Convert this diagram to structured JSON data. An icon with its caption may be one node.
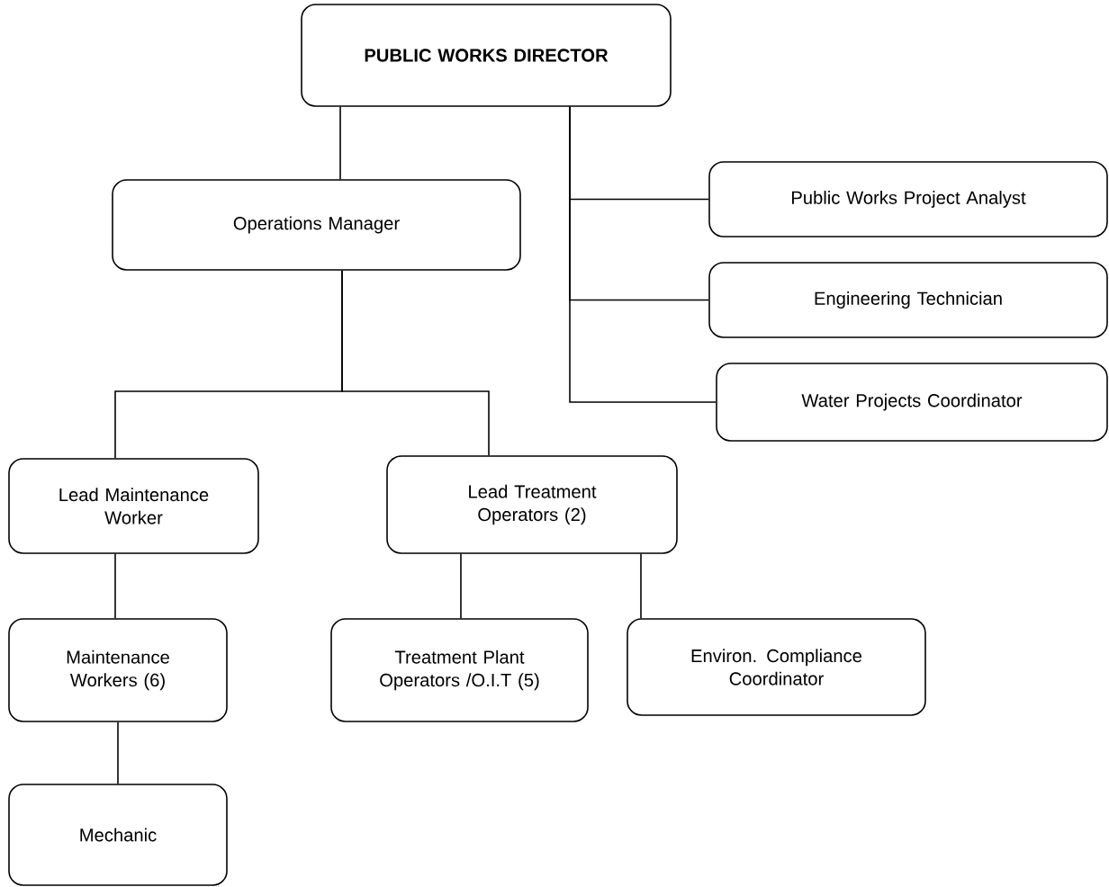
{
  "diagram": {
    "nodes": [
      {
        "text": [
          "PUBLIC WORKS DIRECTOR"
        ]
      },
      {
        "text": [
          "Operations Manager"
        ]
      },
      {
        "text": [
          "Public Works Project Analyst"
        ]
      },
      {
        "text": [
          "Engineering Technician"
        ]
      },
      {
        "text": [
          "Water Projects Coordinator"
        ]
      },
      {
        "text": [
          "Lead Maintenance Worker"
        ]
      },
      {
        "text": [
          "Lead Treatment Operators (2)"
        ]
      },
      {
        "text": [
          "Maintenance Workers (6)"
        ]
      },
      {
        "text": [
          "Treatment Plant Operators /O.I.T (5)"
        ]
      },
      {
        "text": [
          "Environ. Compliance Coordinator"
        ]
      },
      {
        "text": [
          "Mechanic"
        ]
      }
    ],
    "edges": [
      {
        "from": 0,
        "to": 1,
        "arrow": "none"
      },
      {
        "from": 0,
        "to": 2,
        "arrow": "none"
      },
      {
        "from": 0,
        "to": 3,
        "arrow": "none"
      },
      {
        "from": 0,
        "to": 4,
        "arrow": "none"
      },
      {
        "from": 1,
        "to": 5,
        "arrow": "none"
      },
      {
        "from": 1,
        "to": 6,
        "arrow": "none"
      },
      {
        "from": 5,
        "to": 7,
        "arrow": "none"
      },
      {
        "from": 6,
        "to": 8,
        "arrow": "none"
      },
      {
        "from": 6,
        "to": 9,
        "arrow": "none"
      },
      {
        "from": 7,
        "to": 10,
        "arrow": "none"
      }
    ]
  }
}
